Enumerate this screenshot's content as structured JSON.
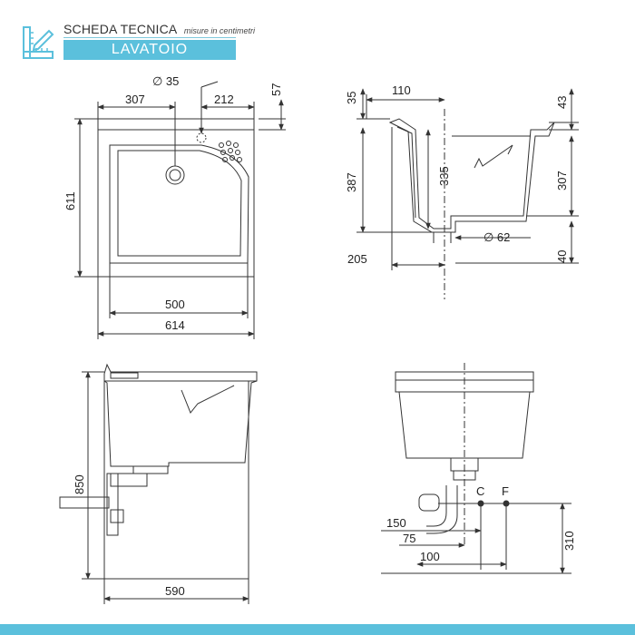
{
  "header": {
    "title": "SCHEDA TECNICA",
    "subtitle": "misure in centimetri",
    "product": "LAVATOIO"
  },
  "colors": {
    "accent": "#5bc0dc",
    "line": "#333333"
  },
  "icons": {
    "logo": "ruler-pencil-icon"
  },
  "top_view": {
    "diameter_label": "∅ 35",
    "dims": [
      "307",
      "212",
      "57",
      "611",
      "500",
      "614"
    ]
  },
  "side_section": {
    "dims": [
      "35",
      "110",
      "43",
      "387",
      "335",
      "307",
      "40",
      "205"
    ],
    "drain_label": "∅ 62"
  },
  "side_view": {
    "dims": [
      "850",
      "590"
    ]
  },
  "front_view": {
    "labels": [
      "C",
      "F"
    ],
    "dims": [
      "150",
      "75",
      "100",
      "310"
    ]
  }
}
